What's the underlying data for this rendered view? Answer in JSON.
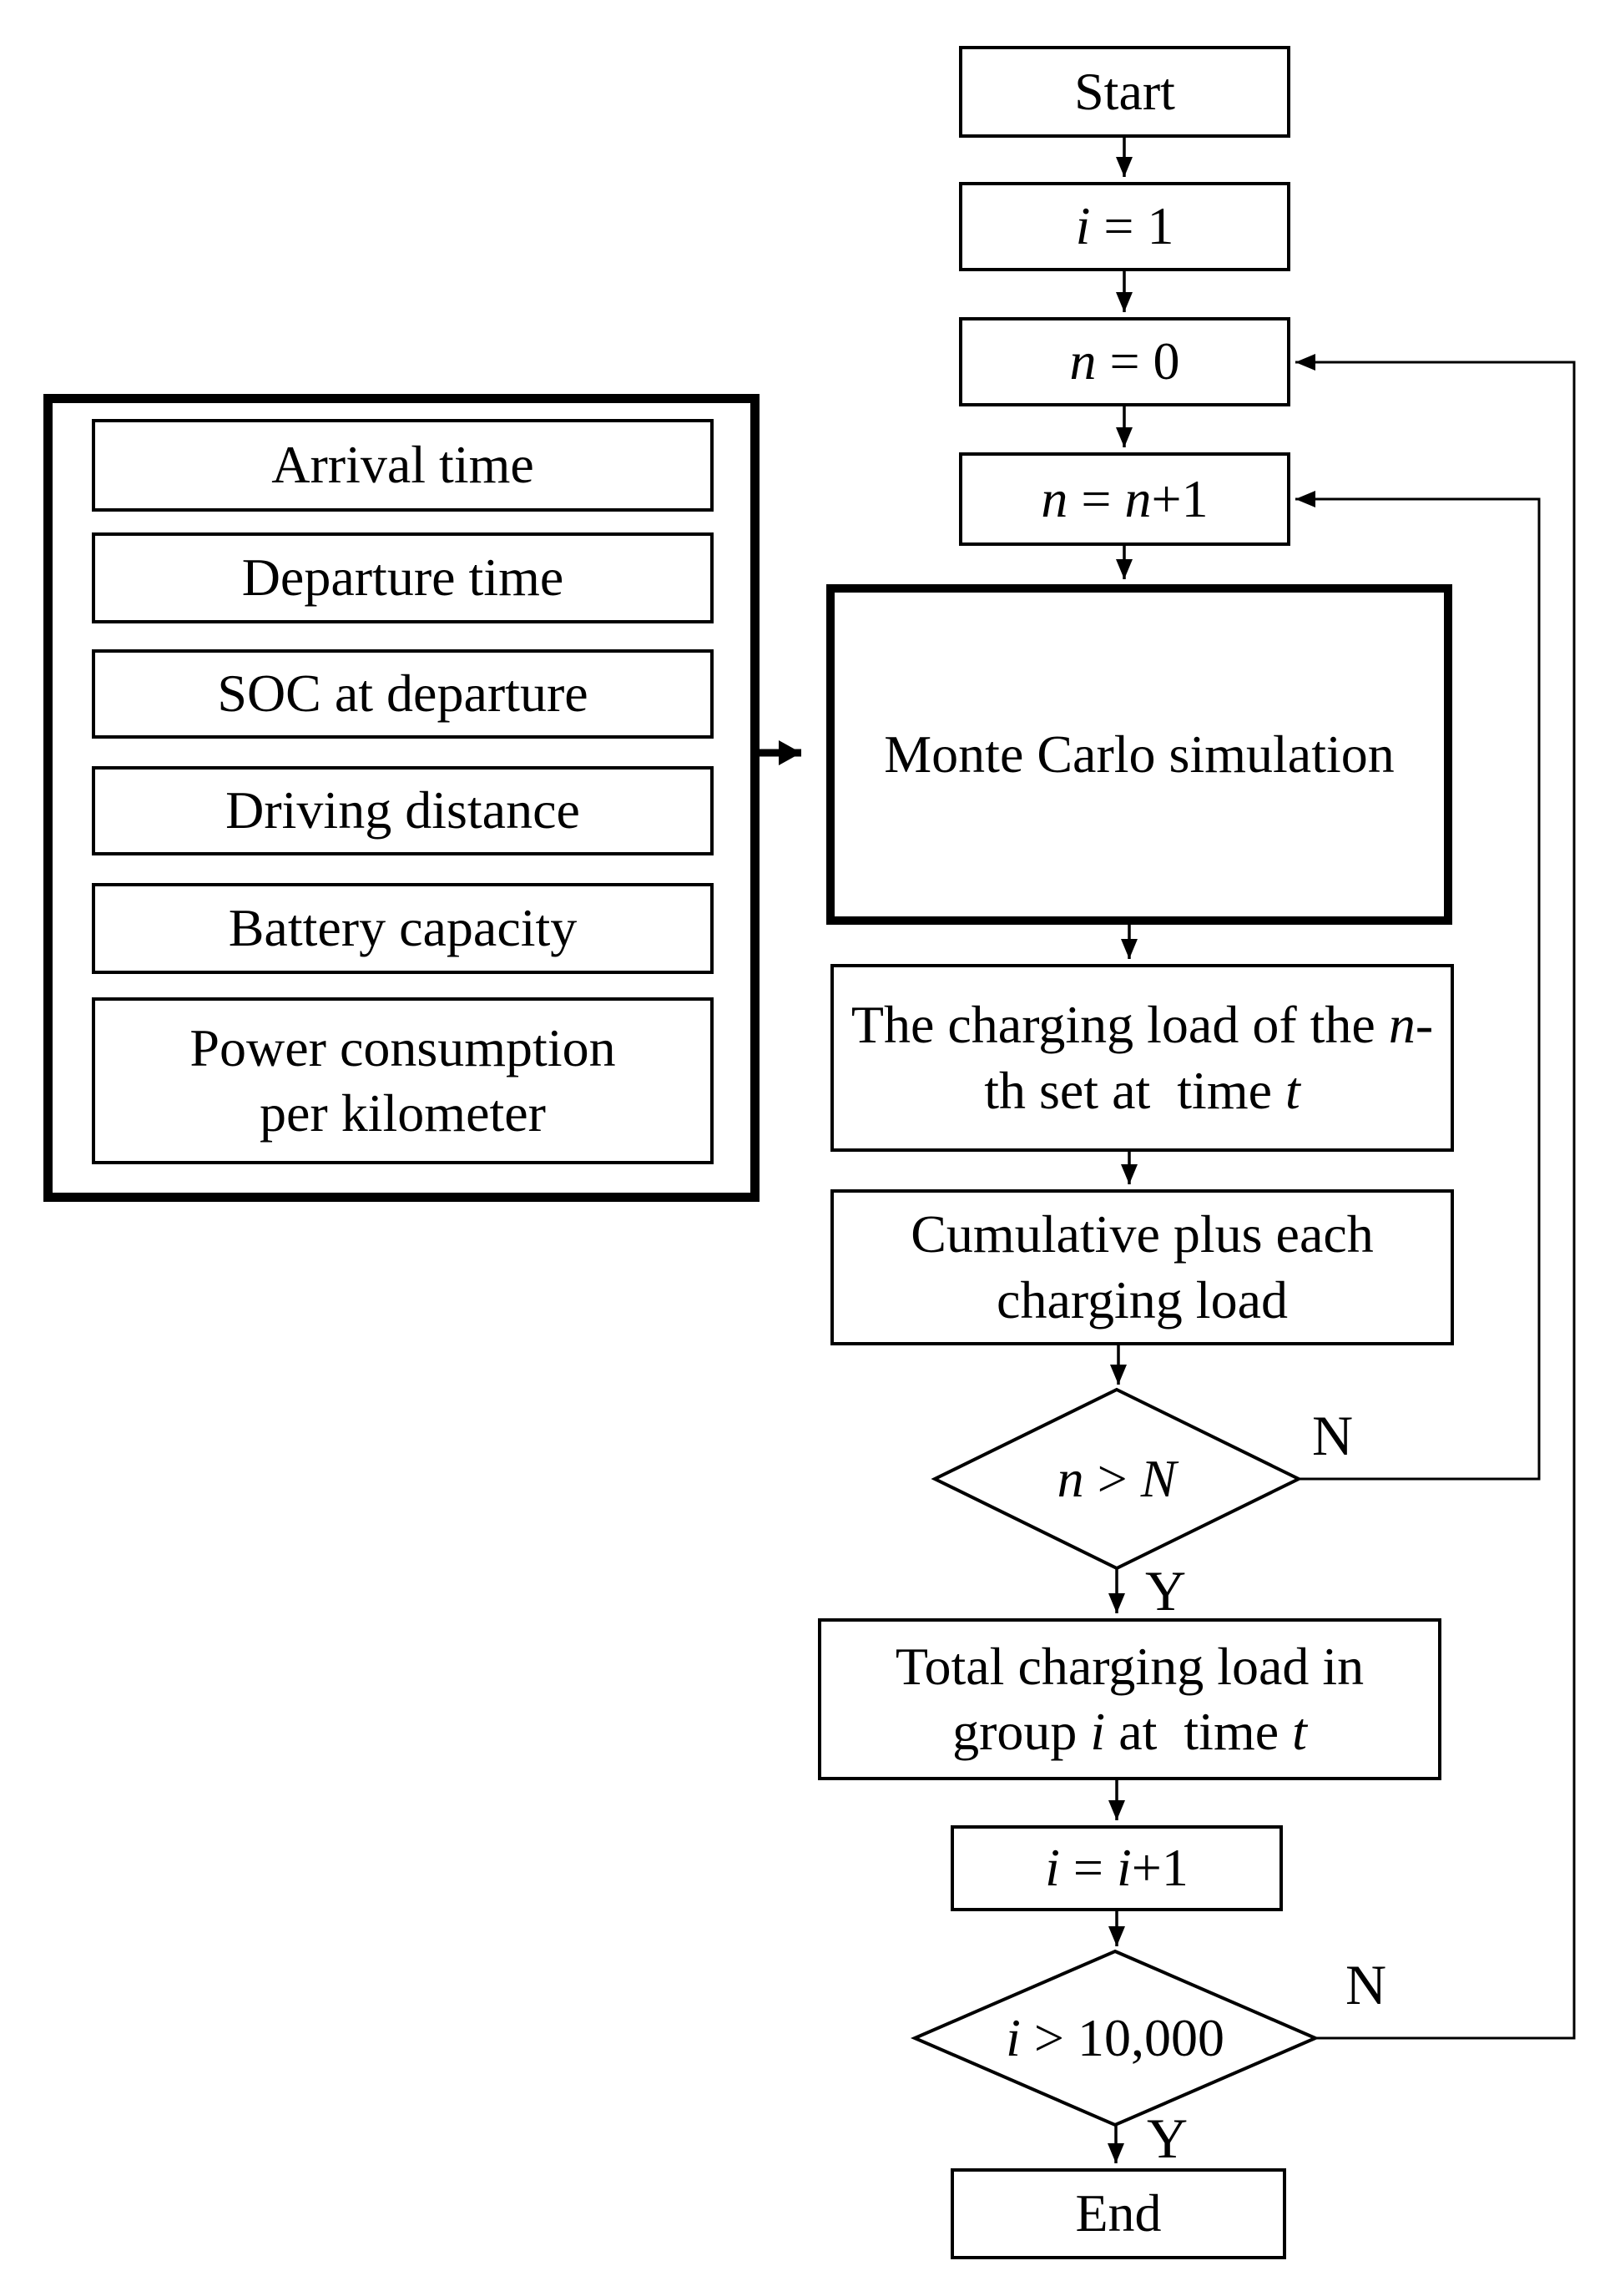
{
  "colors": {
    "stroke": "#000000",
    "background": "#ffffff"
  },
  "flowchart": {
    "nodes": {
      "start": {
        "text": [
          {
            "t": "Start"
          }
        ]
      },
      "i_init": {
        "text": [
          {
            "t": "i",
            "it": true
          },
          {
            "t": " = 1"
          }
        ]
      },
      "n_init": {
        "text": [
          {
            "t": "n",
            "it": true
          },
          {
            "t": " = 0"
          }
        ]
      },
      "n_increment": {
        "text": [
          {
            "t": "n",
            "it": true
          },
          {
            "t": " = "
          },
          {
            "t": "n",
            "it": true
          },
          {
            "t": "+1"
          }
        ]
      },
      "monte_carlo": {
        "text": [
          {
            "t": "Monte Carlo simulation"
          }
        ]
      },
      "nth_load": {
        "text": [
          {
            "t": "The charging load of the "
          },
          {
            "t": "n",
            "it": true
          },
          {
            "t": "-th set at  time "
          },
          {
            "t": "t",
            "it": true
          }
        ]
      },
      "cumulative": {
        "text": [
          {
            "t": "Cumulative plus each charging load"
          }
        ]
      },
      "n_gt_N": {
        "text": [
          {
            "t": "n",
            "it": true
          },
          {
            "t": "  >  "
          },
          {
            "t": "N",
            "it": true
          }
        ]
      },
      "total_load": {
        "text": [
          {
            "t": "Total charging load in group "
          },
          {
            "t": "i",
            "it": true
          },
          {
            "t": " at  time "
          },
          {
            "t": "t",
            "it": true
          }
        ]
      },
      "i_increment": {
        "text": [
          {
            "t": "i",
            "it": true
          },
          {
            "t": " = "
          },
          {
            "t": "i",
            "it": true
          },
          {
            "t": "+1"
          }
        ]
      },
      "i_gt_10000": {
        "text": [
          {
            "t": "i",
            "it": true
          },
          {
            "t": " > 10,000"
          }
        ]
      },
      "end": {
        "text": [
          {
            "t": "End"
          }
        ]
      }
    },
    "inputs_panel": {
      "items": [
        {
          "text": [
            {
              "t": "Arrival time"
            }
          ]
        },
        {
          "text": [
            {
              "t": "Departure time"
            }
          ]
        },
        {
          "text": [
            {
              "t": "SOC at departure"
            }
          ]
        },
        {
          "text": [
            {
              "t": "Driving distance"
            }
          ]
        },
        {
          "text": [
            {
              "t": "Battery capacity"
            }
          ]
        },
        {
          "text": [
            {
              "t": "Power consumption per kilometer"
            }
          ]
        }
      ]
    },
    "branch_labels": {
      "n_gt_N_no": "N",
      "n_gt_N_yes": "Y",
      "i_gt_10000_no": "N",
      "i_gt_10000_yes": "Y"
    }
  }
}
